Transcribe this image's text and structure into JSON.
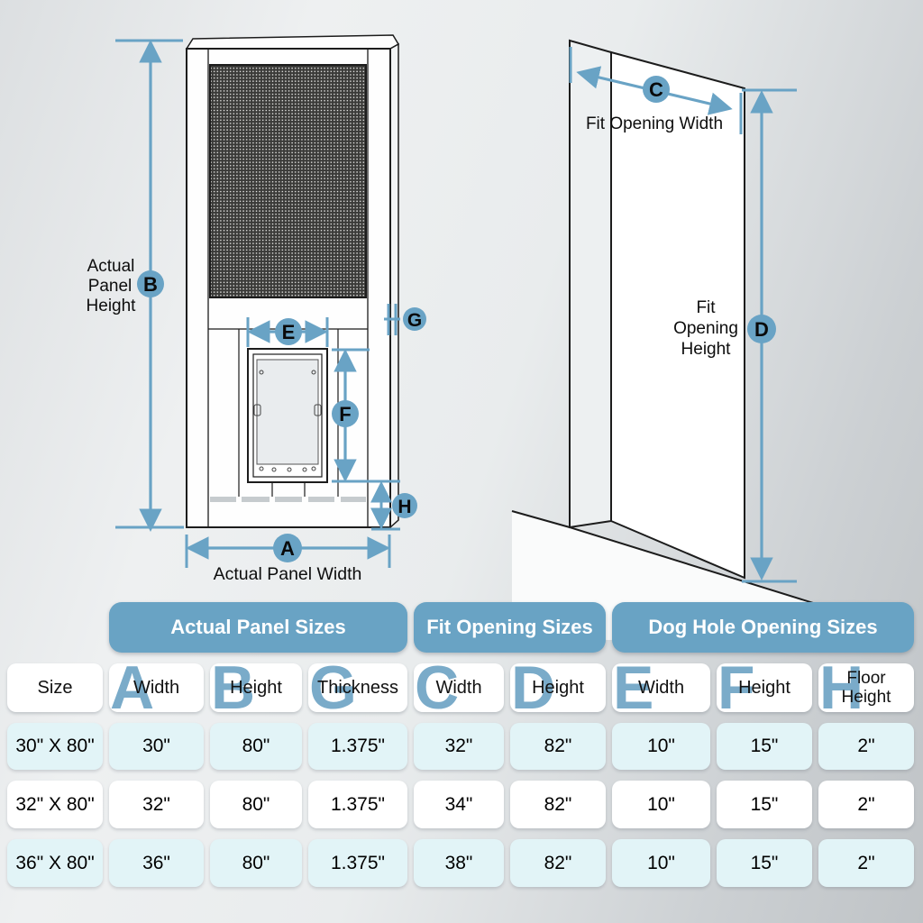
{
  "left_diagram": {
    "height_label": [
      "Actual",
      "Panel",
      "Height"
    ],
    "width_label": "Actual Panel Width",
    "marker_a": "A",
    "marker_b": "B",
    "marker_e": "E",
    "marker_f": "F",
    "marker_g": "G",
    "marker_h": "H"
  },
  "right_diagram": {
    "width_label": "Fit Opening Width",
    "height_label": [
      "Fit",
      "Opening",
      "Height"
    ],
    "marker_c": "C",
    "marker_d": "D"
  },
  "table": {
    "group_headers": [
      "Actual Panel Sizes",
      "Fit Opening Sizes",
      "Dog Hole Opening Sizes"
    ],
    "columns": [
      {
        "letter": "",
        "label": "Size"
      },
      {
        "letter": "A",
        "label": "Width"
      },
      {
        "letter": "B",
        "label": "Height"
      },
      {
        "letter": "G",
        "label": "Thickness"
      },
      {
        "letter": "C",
        "label": "Width"
      },
      {
        "letter": "D",
        "label": "Height"
      },
      {
        "letter": "E",
        "label": "Width"
      },
      {
        "letter": "F",
        "label": "Height"
      },
      {
        "letter": "H",
        "label": "Floor Height"
      }
    ],
    "rows": [
      [
        "30\" X 80\"",
        "30\"",
        "80\"",
        "1.375\"",
        "32\"",
        "82\"",
        "10\"",
        "15\"",
        "2\""
      ],
      [
        "32\" X 80\"",
        "32\"",
        "80\"",
        "1.375\"",
        "34\"",
        "82\"",
        "10\"",
        "15\"",
        "2\""
      ],
      [
        "36\" X 80\"",
        "36\"",
        "80\"",
        "1.375\"",
        "38\"",
        "82\"",
        "10\"",
        "15\"",
        "2\""
      ]
    ]
  },
  "colors": {
    "accent": "#69a3c4",
    "big_letter": "#7aabc9",
    "row_tint": "#e2f4f7",
    "outline": "#1c1c1c"
  }
}
